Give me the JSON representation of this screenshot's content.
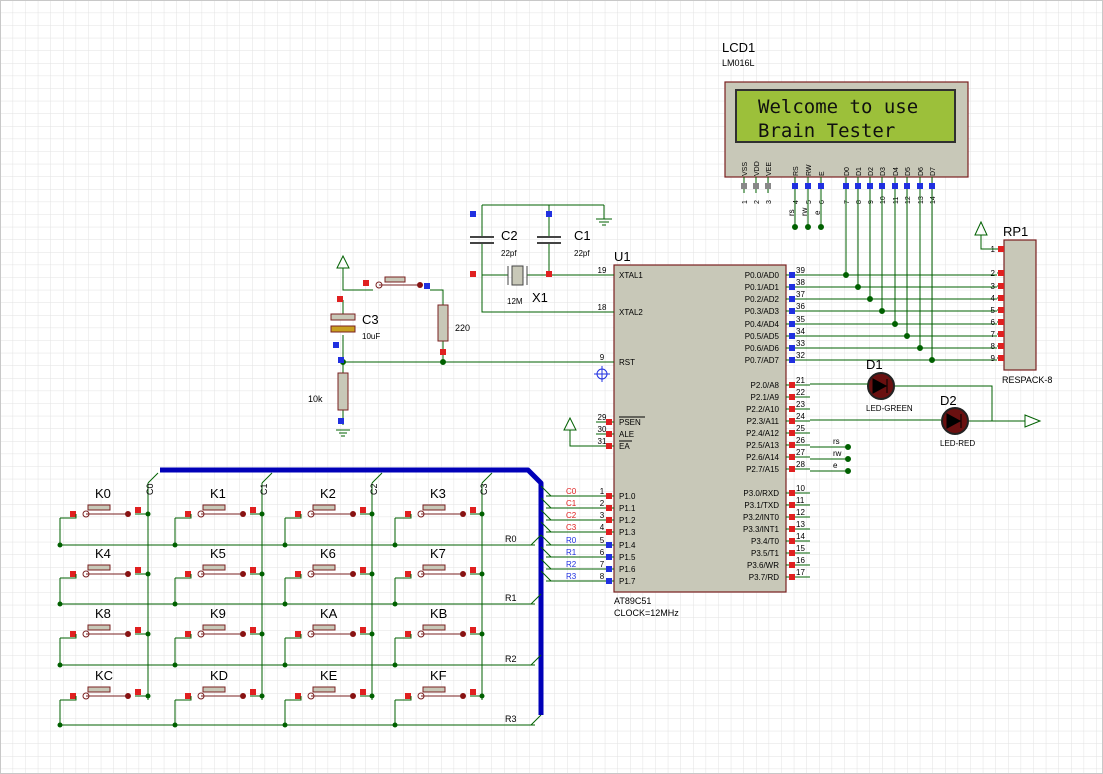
{
  "colors": {
    "wire": "#006000",
    "bus": "#0000b8",
    "chip": "#c8c8b8",
    "chip_border": "#7a2020",
    "lcd_screen": "#9cc03a",
    "lcd_text": "#101010",
    "pin_red": "#e02020",
    "pin_blue": "#2030e0",
    "grid": "#e2e2e2",
    "label": "#000000"
  },
  "lcd": {
    "ref": "LCD1",
    "part": "LM016L",
    "line1": "Welcome to use",
    "line2": "Brain Tester",
    "pins": [
      {
        "name": "VSS",
        "num": "1"
      },
      {
        "name": "VDD",
        "num": "2"
      },
      {
        "name": "VEE",
        "num": "3"
      },
      {
        "name": "RS",
        "num": "4"
      },
      {
        "name": "RW",
        "num": "5"
      },
      {
        "name": "E",
        "num": "6"
      },
      {
        "name": "D0",
        "num": "7"
      },
      {
        "name": "D1",
        "num": "8"
      },
      {
        "name": "D2",
        "num": "9"
      },
      {
        "name": "D3",
        "num": "10"
      },
      {
        "name": "D4",
        "num": "11"
      },
      {
        "name": "D5",
        "num": "12"
      },
      {
        "name": "D6",
        "num": "13"
      },
      {
        "name": "D7",
        "num": "14"
      }
    ],
    "ctrl_labels": [
      "rs",
      "rw",
      "e"
    ]
  },
  "mcu": {
    "ref": "U1",
    "part": "AT89C51",
    "clock": "CLOCK=12MHz",
    "left_pins": [
      {
        "num": "19",
        "name": "XTAL1"
      },
      {
        "num": "18",
        "name": "XTAL2"
      },
      {
        "num": "9",
        "name": "RST"
      },
      {
        "num": "29",
        "name": "PSEN"
      },
      {
        "num": "30",
        "name": "ALE"
      },
      {
        "num": "31",
        "name": "EA"
      },
      {
        "num": "1",
        "name": "P1.0"
      },
      {
        "num": "2",
        "name": "P1.1"
      },
      {
        "num": "3",
        "name": "P1.2"
      },
      {
        "num": "4",
        "name": "P1.3"
      },
      {
        "num": "5",
        "name": "P1.4"
      },
      {
        "num": "6",
        "name": "P1.5"
      },
      {
        "num": "7",
        "name": "P1.6"
      },
      {
        "num": "8",
        "name": "P1.7"
      }
    ],
    "right_pins": [
      {
        "num": "39",
        "name": "P0.0/AD0"
      },
      {
        "num": "38",
        "name": "P0.1/AD1"
      },
      {
        "num": "37",
        "name": "P0.2/AD2"
      },
      {
        "num": "36",
        "name": "P0.3/AD3"
      },
      {
        "num": "35",
        "name": "P0.4/AD4"
      },
      {
        "num": "34",
        "name": "P0.5/AD5"
      },
      {
        "num": "33",
        "name": "P0.6/AD6"
      },
      {
        "num": "32",
        "name": "P0.7/AD7"
      },
      {
        "num": "21",
        "name": "P2.0/A8"
      },
      {
        "num": "22",
        "name": "P2.1/A9"
      },
      {
        "num": "23",
        "name": "P2.2/A10"
      },
      {
        "num": "24",
        "name": "P2.3/A11"
      },
      {
        "num": "25",
        "name": "P2.4/A12"
      },
      {
        "num": "26",
        "name": "P2.5/A13"
      },
      {
        "num": "27",
        "name": "P2.6/A14"
      },
      {
        "num": "28",
        "name": "P2.7/A15"
      },
      {
        "num": "10",
        "name": "P3.0/RXD"
      },
      {
        "num": "11",
        "name": "P3.1/TXD"
      },
      {
        "num": "12",
        "name": "P3.2/INT0"
      },
      {
        "num": "13",
        "name": "P3.3/INT1"
      },
      {
        "num": "14",
        "name": "P3.4/T0"
      },
      {
        "num": "15",
        "name": "P3.5/T1"
      },
      {
        "num": "16",
        "name": "P3.6/WR"
      },
      {
        "num": "17",
        "name": "P3.7/RD"
      }
    ],
    "p1_nets": [
      "C0",
      "C1",
      "C2",
      "C3",
      "R0",
      "R1",
      "R2",
      "R3"
    ],
    "p2_nets": [
      "rs",
      "rw",
      "e"
    ]
  },
  "rp1": {
    "ref": "RP1",
    "part": "RESPACK-8",
    "pins": [
      "1",
      "2",
      "3",
      "4",
      "5",
      "6",
      "7",
      "8",
      "9"
    ]
  },
  "d1": {
    "ref": "D1",
    "part": "LED-GREEN"
  },
  "d2": {
    "ref": "D2",
    "part": "LED-RED"
  },
  "c1": {
    "ref": "C1",
    "value": "22pf"
  },
  "c2": {
    "ref": "C2",
    "value": "22pf"
  },
  "c3": {
    "ref": "C3",
    "value": "10uF"
  },
  "x1": {
    "ref": "X1",
    "value": "12M"
  },
  "r_reset": {
    "value": "220"
  },
  "r_pull": {
    "value": "10k"
  },
  "keypad": {
    "keys": [
      "K0",
      "K1",
      "K2",
      "K3",
      "K4",
      "K5",
      "K6",
      "K7",
      "K8",
      "K9",
      "KA",
      "KB",
      "KC",
      "KD",
      "KE",
      "KF"
    ],
    "cols": [
      "C0",
      "C1",
      "C2",
      "C3"
    ],
    "rows": [
      "R0",
      "R1",
      "R2",
      "R3"
    ]
  }
}
